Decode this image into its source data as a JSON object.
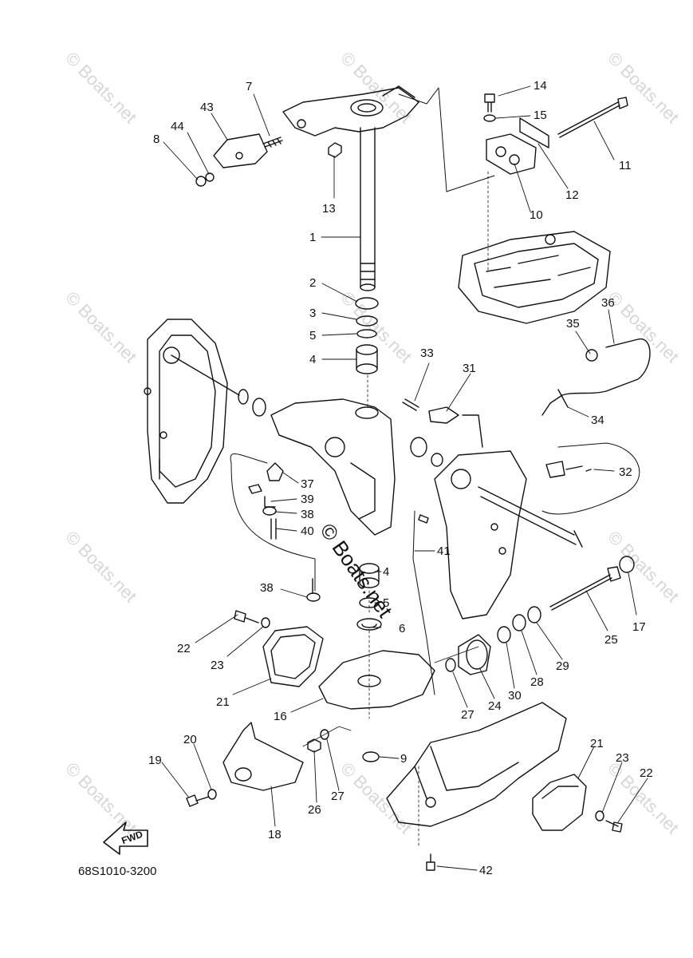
{
  "diagram": {
    "watermark": "© Boats.net",
    "center_watermark": "© Boats.net",
    "part_code": "68S1010-3200",
    "fwd_label": "FWD",
    "callouts": [
      {
        "id": "c7",
        "text": "7"
      },
      {
        "id": "c43",
        "text": "43"
      },
      {
        "id": "c44",
        "text": "44"
      },
      {
        "id": "c8",
        "text": "8"
      },
      {
        "id": "c13",
        "text": "13"
      },
      {
        "id": "c1",
        "text": "1"
      },
      {
        "id": "c2",
        "text": "2"
      },
      {
        "id": "c3",
        "text": "3"
      },
      {
        "id": "c5",
        "text": "5"
      },
      {
        "id": "c4a",
        "text": "4"
      },
      {
        "id": "c14",
        "text": "14"
      },
      {
        "id": "c15",
        "text": "15"
      },
      {
        "id": "c11",
        "text": "11"
      },
      {
        "id": "c12",
        "text": "12"
      },
      {
        "id": "c10",
        "text": "10"
      },
      {
        "id": "c36",
        "text": "36"
      },
      {
        "id": "c35",
        "text": "35"
      },
      {
        "id": "c33",
        "text": "33"
      },
      {
        "id": "c31",
        "text": "31"
      },
      {
        "id": "c34",
        "text": "34"
      },
      {
        "id": "c32",
        "text": "32"
      },
      {
        "id": "c37",
        "text": "37"
      },
      {
        "id": "c39",
        "text": "39"
      },
      {
        "id": "c38a",
        "text": "38"
      },
      {
        "id": "c40",
        "text": "40"
      },
      {
        "id": "c41",
        "text": "41"
      },
      {
        "id": "c4b",
        "text": "4"
      },
      {
        "id": "c5b",
        "text": "5"
      },
      {
        "id": "c6",
        "text": "6"
      },
      {
        "id": "c38b",
        "text": "38"
      },
      {
        "id": "c22a",
        "text": "22"
      },
      {
        "id": "c23a",
        "text": "23"
      },
      {
        "id": "c21a",
        "text": "21"
      },
      {
        "id": "c16",
        "text": "16"
      },
      {
        "id": "c17",
        "text": "17"
      },
      {
        "id": "c25",
        "text": "25"
      },
      {
        "id": "c29",
        "text": "29"
      },
      {
        "id": "c28",
        "text": "28"
      },
      {
        "id": "c30",
        "text": "30"
      },
      {
        "id": "c24",
        "text": "24"
      },
      {
        "id": "c27a",
        "text": "27"
      },
      {
        "id": "c9",
        "text": "9"
      },
      {
        "id": "c20",
        "text": "20"
      },
      {
        "id": "c19",
        "text": "19"
      },
      {
        "id": "c26",
        "text": "26"
      },
      {
        "id": "c27b",
        "text": "27"
      },
      {
        "id": "c18",
        "text": "18"
      },
      {
        "id": "c21b",
        "text": "21"
      },
      {
        "id": "c23b",
        "text": "23"
      },
      {
        "id": "c22b",
        "text": "22"
      },
      {
        "id": "c42",
        "text": "42"
      }
    ]
  }
}
